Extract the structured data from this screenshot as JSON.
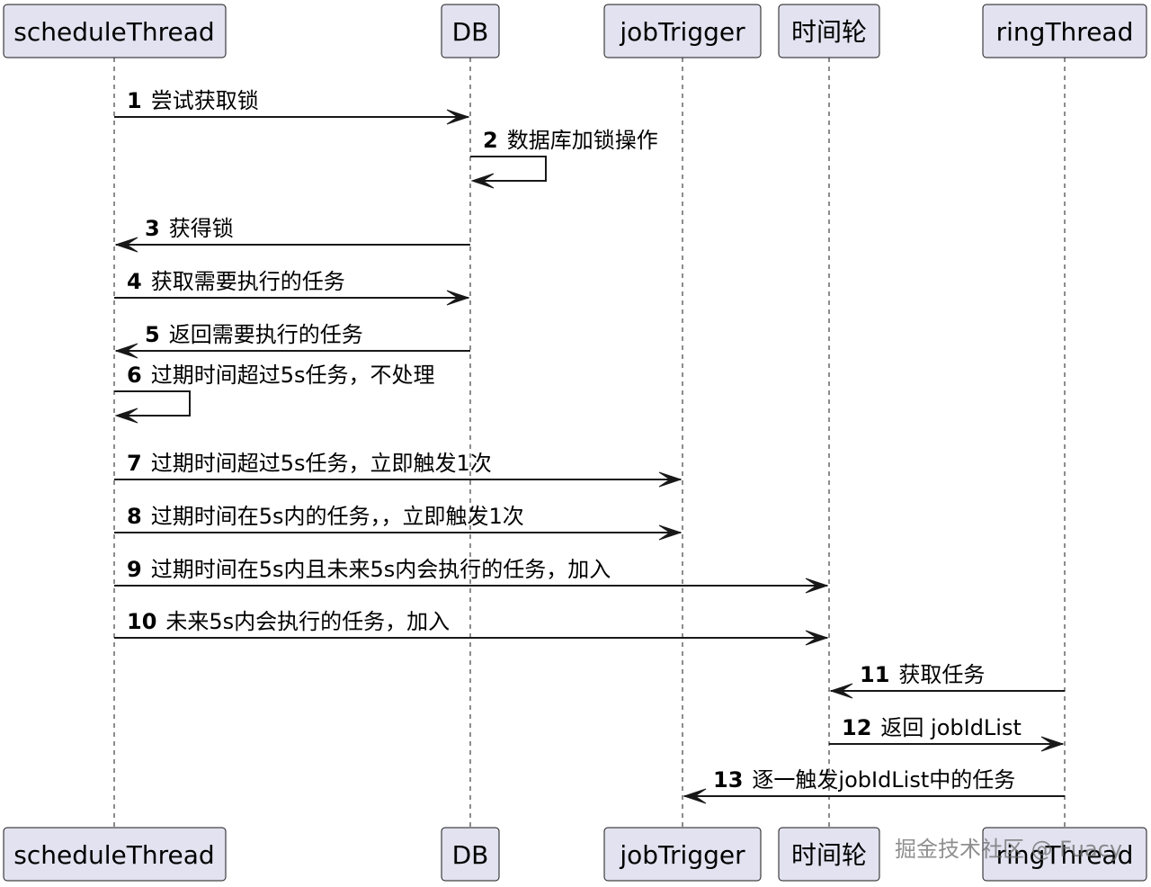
{
  "participants": [
    {
      "id": "scheduleThread",
      "label": "scheduleThread"
    },
    {
      "id": "db",
      "label": "DB"
    },
    {
      "id": "jobTrigger",
      "label": "jobTrigger"
    },
    {
      "id": "timeWheel",
      "label": "时间轮"
    },
    {
      "id": "ringThread",
      "label": "ringThread"
    }
  ],
  "messages": [
    {
      "num": "1",
      "text": "尝试获取锁",
      "from": "scheduleThread",
      "to": "db"
    },
    {
      "num": "2",
      "text": "数据库加锁操作",
      "from": "db",
      "to": "db"
    },
    {
      "num": "3",
      "text": "获得锁",
      "from": "db",
      "to": "scheduleThread"
    },
    {
      "num": "4",
      "text": "获取需要执行的任务",
      "from": "scheduleThread",
      "to": "db"
    },
    {
      "num": "5",
      "text": "返回需要执行的任务",
      "from": "db",
      "to": "scheduleThread"
    },
    {
      "num": "6",
      "text": "过期时间超过5s任务，不处理",
      "from": "scheduleThread",
      "to": "scheduleThread"
    },
    {
      "num": "7",
      "text": "过期时间超过5s任务，立即触发1次",
      "from": "scheduleThread",
      "to": "jobTrigger"
    },
    {
      "num": "8",
      "text": "过期时间在5s内的任务，，立即触发1次",
      "from": "scheduleThread",
      "to": "jobTrigger"
    },
    {
      "num": "9",
      "text": "过期时间在5s内且未来5s内会执行的任务，加入",
      "from": "scheduleThread",
      "to": "timeWheel"
    },
    {
      "num": "10",
      "text": "未来5s内会执行的任务，加入",
      "from": "scheduleThread",
      "to": "timeWheel"
    },
    {
      "num": "11",
      "text": "获取任务",
      "from": "ringThread",
      "to": "timeWheel"
    },
    {
      "num": "12",
      "text": "返回 jobIdList",
      "from": "timeWheel",
      "to": "ringThread"
    },
    {
      "num": "13",
      "text": "逐一触发jobIdList中的任务",
      "from": "ringThread",
      "to": "jobTrigger"
    }
  ],
  "watermark": "掘金技术社区 @ Fuacy",
  "colors": {
    "participant_fill": "#e2e2f0",
    "line": "#181818",
    "text": "#000000"
  }
}
